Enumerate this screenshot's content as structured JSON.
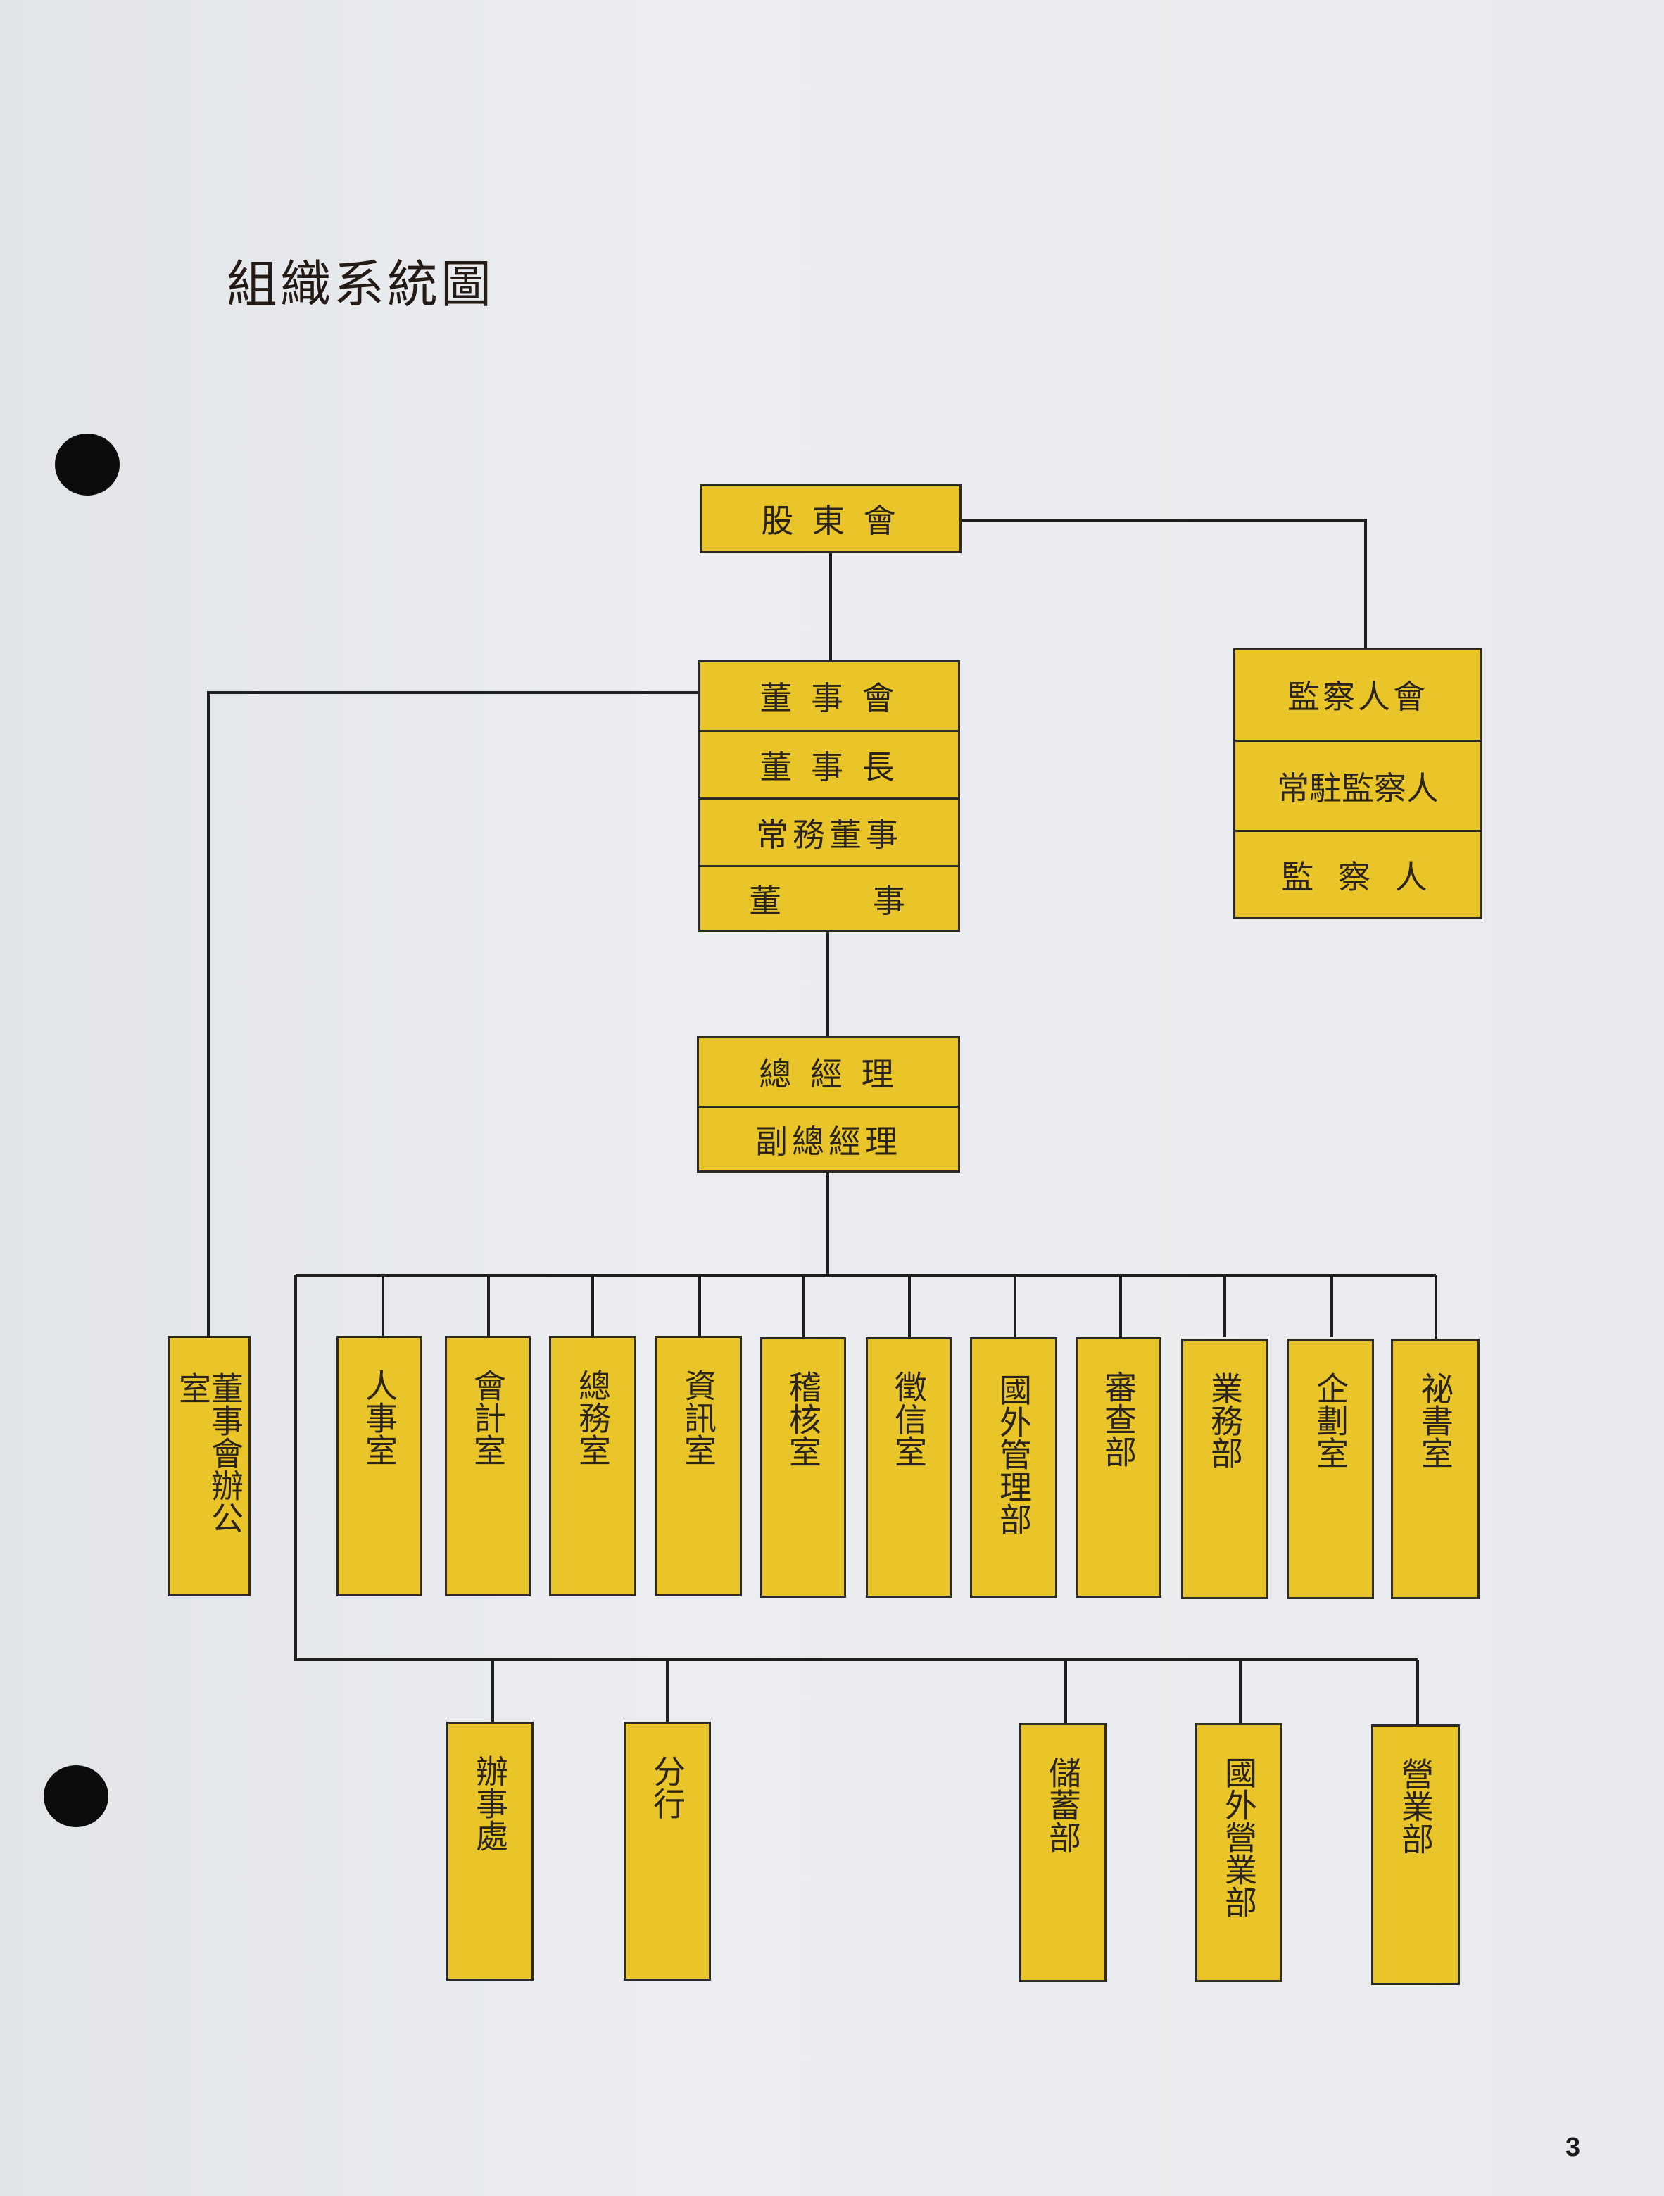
{
  "title": "組織系統圖",
  "page_number": "3",
  "colors": {
    "box_fill": "#e9c52a",
    "line": "#1e1e1e",
    "paper": "#e6e9ec"
  },
  "shareholders": "股 東 會",
  "board": [
    "董 事 會",
    "董 事 長",
    "常務董事",
    "董      事"
  ],
  "supervisors": [
    "監察人會",
    "常駐監察人",
    "監 察 人"
  ],
  "management": [
    "總 經 理",
    "副總經理"
  ],
  "board_office": "董事會辦公室",
  "departments": [
    "人事室",
    "會計室",
    "總務室",
    "資訊室",
    "稽核室",
    "徵信室",
    "國外管理部",
    "審查部",
    "業務部",
    "企劃室",
    "祕書室"
  ],
  "branches": [
    "辦事處",
    "分行",
    "儲蓄部",
    "國外營業部",
    "營業部"
  ]
}
